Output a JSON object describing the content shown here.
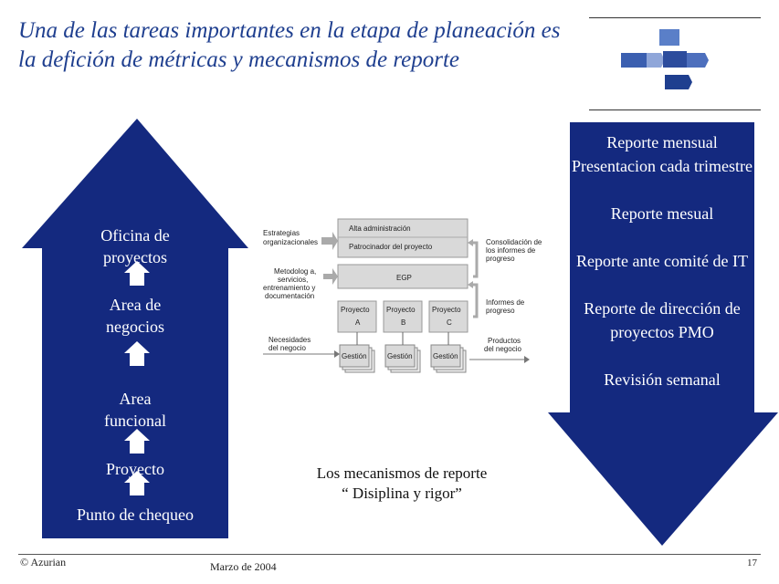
{
  "title": "Una de las tareas importantes en la etapa de planeación es la defición de métricas y mecanismos de reporte",
  "up_arrow": {
    "items": [
      "Oficina de proyectos",
      "Area de negocios",
      "Area funcional",
      "Proyecto",
      "Punto de chequeo"
    ]
  },
  "down_arrow": {
    "items": [
      "Reporte mensual\nPresentacion cada trimestre",
      "Reporte mesual",
      "Reporte ante comité de IT",
      "Reporte de dirección de proyectos PMO",
      "Revisión semanal"
    ]
  },
  "diagram": {
    "top_box_1": "Alta administración",
    "top_box_2": "Patrocinador del proyecto",
    "egp": "EGP",
    "left_1": [
      "Estrategias",
      "organizacionales"
    ],
    "left_2": [
      "Metodolog a,",
      "servicios,",
      "entrenamiento y",
      "documentación"
    ],
    "left_3": [
      "Necesidades",
      "del negocio"
    ],
    "right_1": [
      "Consolidación de",
      "los informes de",
      "progreso"
    ],
    "right_2": [
      "Informes de",
      "progreso"
    ],
    "right_3": [
      "Productos",
      "del negocio"
    ],
    "projects": [
      {
        "line1": "Proyecto",
        "line2": "A"
      },
      {
        "line1": "Proyecto",
        "line2": "B"
      },
      {
        "line1": "Proyecto",
        "line2": "C"
      }
    ],
    "gestion": "Gestión"
  },
  "caption": {
    "line1": "Los mecanismos de reporte",
    "line2": "“ Disiplina y rigor”"
  },
  "footer": {
    "copyright": "© Azurian",
    "date": "Marzo de 2004",
    "page": "17"
  },
  "colors": {
    "arrow": "#14297f",
    "title": "#1f3f8f",
    "diagram_box": "#d9d9d9"
  }
}
